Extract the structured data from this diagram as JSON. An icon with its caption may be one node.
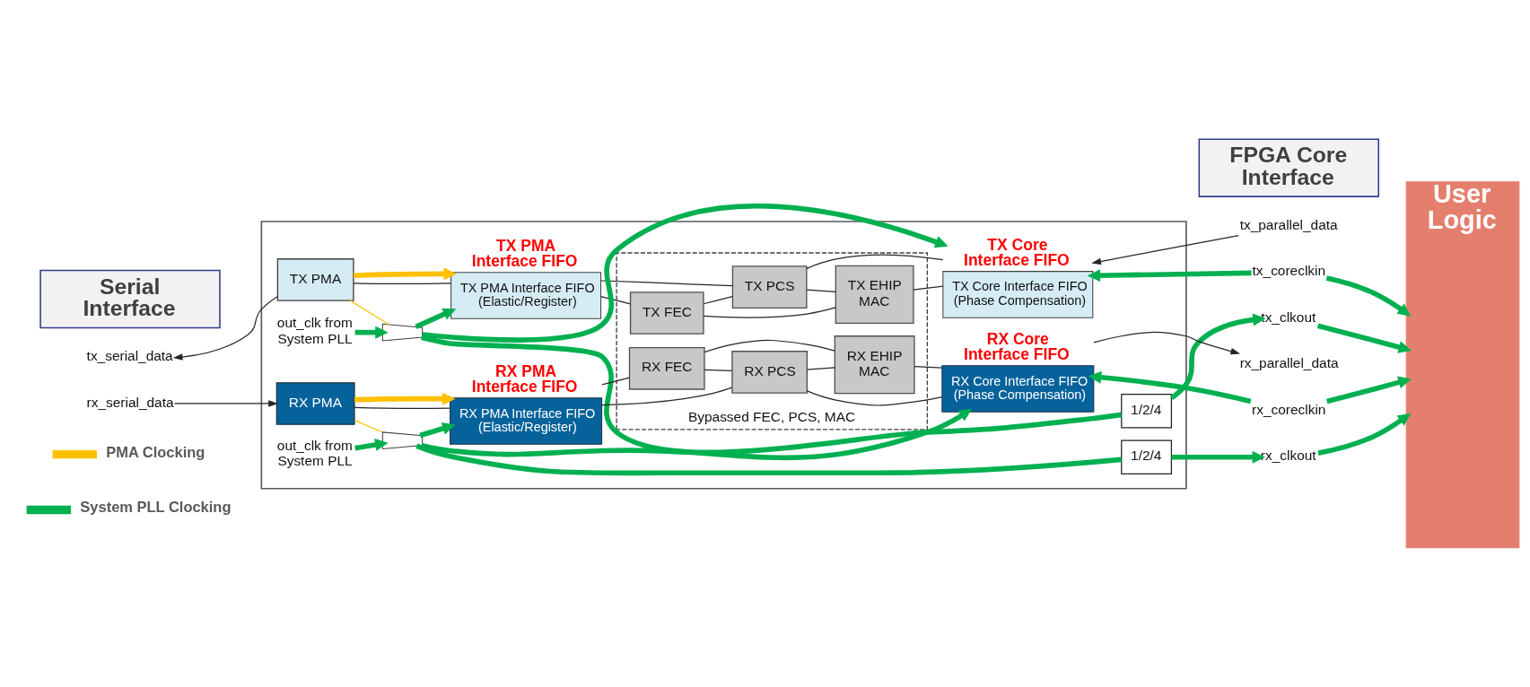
{
  "diagram": {
    "nodes": [
      {
        "text": [
          "Serial Interface"
        ]
      },
      {
        "text": [
          "FPGA Core Interface"
        ]
      },
      {
        "text": [],
        "shape": "box"
      },
      {
        "text": [
          "tx_serial_data"
        ]
      },
      {
        "text": [
          "TX PMA"
        ],
        "in": 2
      },
      {
        "text": [
          "TX PMA Interface FIFO",
          "TX PMA Interface FIFO (Elastic/Register)"
        ],
        "in": 2
      },
      {
        "text": [
          "Bypassed FEC, PCS, MAC"
        ],
        "in": 2
      },
      {
        "text": [
          "TX FEC"
        ],
        "in": 6
      },
      {
        "text": [
          "TX PCS"
        ],
        "in": 6
      },
      {
        "text": [
          "TX EHIP MAC"
        ],
        "in": 6
      },
      {
        "text": [
          "TX Core Interface FIFO",
          "TX Core Interface FIFO (Phase Compensation)"
        ],
        "in": 2
      },
      {
        "text": [
          "tx_parallel_data"
        ]
      },
      {
        "text": [
          "User Logic"
        ]
      },
      {
        "text": [],
        "shape": "trapezoid",
        "in": 2
      },
      {
        "text": [
          "out_clk from System PLL"
        ],
        "in": 2
      },
      {
        "text": [
          "1/2/4"
        ],
        "in": 2
      },
      {
        "text": [
          "tx_coreclkin"
        ]
      },
      {
        "text": [
          "tx_clkout"
        ]
      },
      {
        "text": [
          "rx_serial_data"
        ]
      },
      {
        "text": [
          "RX PMA"
        ],
        "in": 2
      },
      {
        "text": [
          "RX PMA Interface FIFO",
          "RX PMA Interface FIFO (Elastic/Register)"
        ],
        "in": 2
      },
      {
        "text": [
          "RX FEC"
        ],
        "in": 6
      },
      {
        "text": [
          "RX PCS"
        ],
        "in": 6
      },
      {
        "text": [
          "RX EHIP MAC"
        ],
        "in": 6
      },
      {
        "text": [
          "RX Core Interface FIFO",
          "RX Core Interface FIFO (Phase Compensation)"
        ],
        "in": 2
      },
      {
        "text": [
          "rx_parallel_data"
        ]
      },
      {
        "text": [],
        "shape": "trapezoid",
        "in": 2
      },
      {
        "text": [
          "out_clk from System PLL"
        ],
        "in": 2
      },
      {
        "text": [
          "1/2/4"
        ],
        "in": 2
      },
      {
        "text": [
          "rx_coreclkin"
        ]
      },
      {
        "text": [
          "rx_clkout"
        ]
      }
    ],
    "edges": [
      {
        "from": 4,
        "to": 3,
        "arrow": "to"
      },
      {
        "from": 4,
        "to": 5,
        "arrow": "none"
      },
      {
        "from": 5,
        "to": 7,
        "arrow": "none"
      },
      {
        "from": 7,
        "to": 8,
        "arrow": "none"
      },
      {
        "from": 8,
        "to": 9,
        "arrow": "none"
      },
      {
        "from": 9,
        "to": 10,
        "arrow": "none"
      },
      {
        "from": 11,
        "to": 10,
        "arrow": "to"
      },
      {
        "from": 5,
        "to": 8,
        "arrow": "none"
      },
      {
        "from": 7,
        "to": 9,
        "arrow": "none"
      },
      {
        "from": 8,
        "to": 10,
        "arrow": "none"
      },
      {
        "from": 4,
        "to": 5,
        "arrow": "to",
        "style": "thick",
        "color": "#ffc000"
      },
      {
        "from": 4,
        "to": 13,
        "arrow": "none",
        "color": "#ffc000"
      },
      {
        "from": 14,
        "to": 13,
        "arrow": "to",
        "style": "thick",
        "color": "#00b050"
      },
      {
        "from": 13,
        "to": 5,
        "arrow": "to",
        "style": "thick",
        "color": "#00b050"
      },
      {
        "from": 13,
        "to": 10,
        "arrow": "to",
        "style": "thick",
        "color": "#00b050"
      },
      {
        "from": 13,
        "to": 15,
        "arrow": "none",
        "style": "thick",
        "color": "#00b050"
      },
      {
        "from": 15,
        "to": 17,
        "arrow": "to",
        "style": "thick",
        "color": "#00b050"
      },
      {
        "from": 16,
        "to": 10,
        "arrow": "to",
        "style": "thick",
        "color": "#00b050"
      },
      {
        "from": 16,
        "to": 12,
        "arrow": "to",
        "style": "thick",
        "color": "#00b050"
      },
      {
        "from": 17,
        "to": 12,
        "arrow": "to",
        "style": "thick",
        "color": "#00b050"
      },
      {
        "from": 18,
        "to": 19,
        "arrow": "to"
      },
      {
        "from": 19,
        "to": 20,
        "arrow": "none"
      },
      {
        "from": 20,
        "to": 21,
        "arrow": "none"
      },
      {
        "from": 21,
        "to": 22,
        "arrow": "none"
      },
      {
        "from": 22,
        "to": 23,
        "arrow": "none"
      },
      {
        "from": 23,
        "to": 24,
        "arrow": "none"
      },
      {
        "from": 24,
        "to": 25,
        "arrow": "to"
      },
      {
        "from": 20,
        "to": 22,
        "arrow": "none"
      },
      {
        "from": 21,
        "to": 23,
        "arrow": "none"
      },
      {
        "from": 22,
        "to": 24,
        "arrow": "none"
      },
      {
        "from": 19,
        "to": 20,
        "arrow": "to",
        "style": "thick",
        "color": "#ffc000"
      },
      {
        "from": 19,
        "to": 26,
        "arrow": "none",
        "color": "#ffc000"
      },
      {
        "from": 27,
        "to": 26,
        "arrow": "to",
        "style": "thick",
        "color": "#00b050"
      },
      {
        "from": 26,
        "to": 20,
        "arrow": "to",
        "style": "thick",
        "color": "#00b050"
      },
      {
        "from": 26,
        "to": 24,
        "arrow": "to",
        "style": "thick",
        "color": "#00b050"
      },
      {
        "from": 26,
        "to": 28,
        "arrow": "none",
        "style": "thick",
        "color": "#00b050"
      },
      {
        "from": 28,
        "to": 30,
        "arrow": "to",
        "style": "thick",
        "color": "#00b050"
      },
      {
        "from": 29,
        "to": 24,
        "arrow": "to",
        "style": "thick",
        "color": "#00b050"
      },
      {
        "from": 29,
        "to": 12,
        "arrow": "to",
        "style": "thick",
        "color": "#00b050"
      },
      {
        "from": 30,
        "to": 12,
        "arrow": "to",
        "style": "thick",
        "color": "#00b050"
      }
    ],
    "legend": [
      {
        "text": "PMA Clocking",
        "color": "#ffc000"
      },
      {
        "text": "System PLL Clocking",
        "color": "#00b050"
      }
    ]
  }
}
